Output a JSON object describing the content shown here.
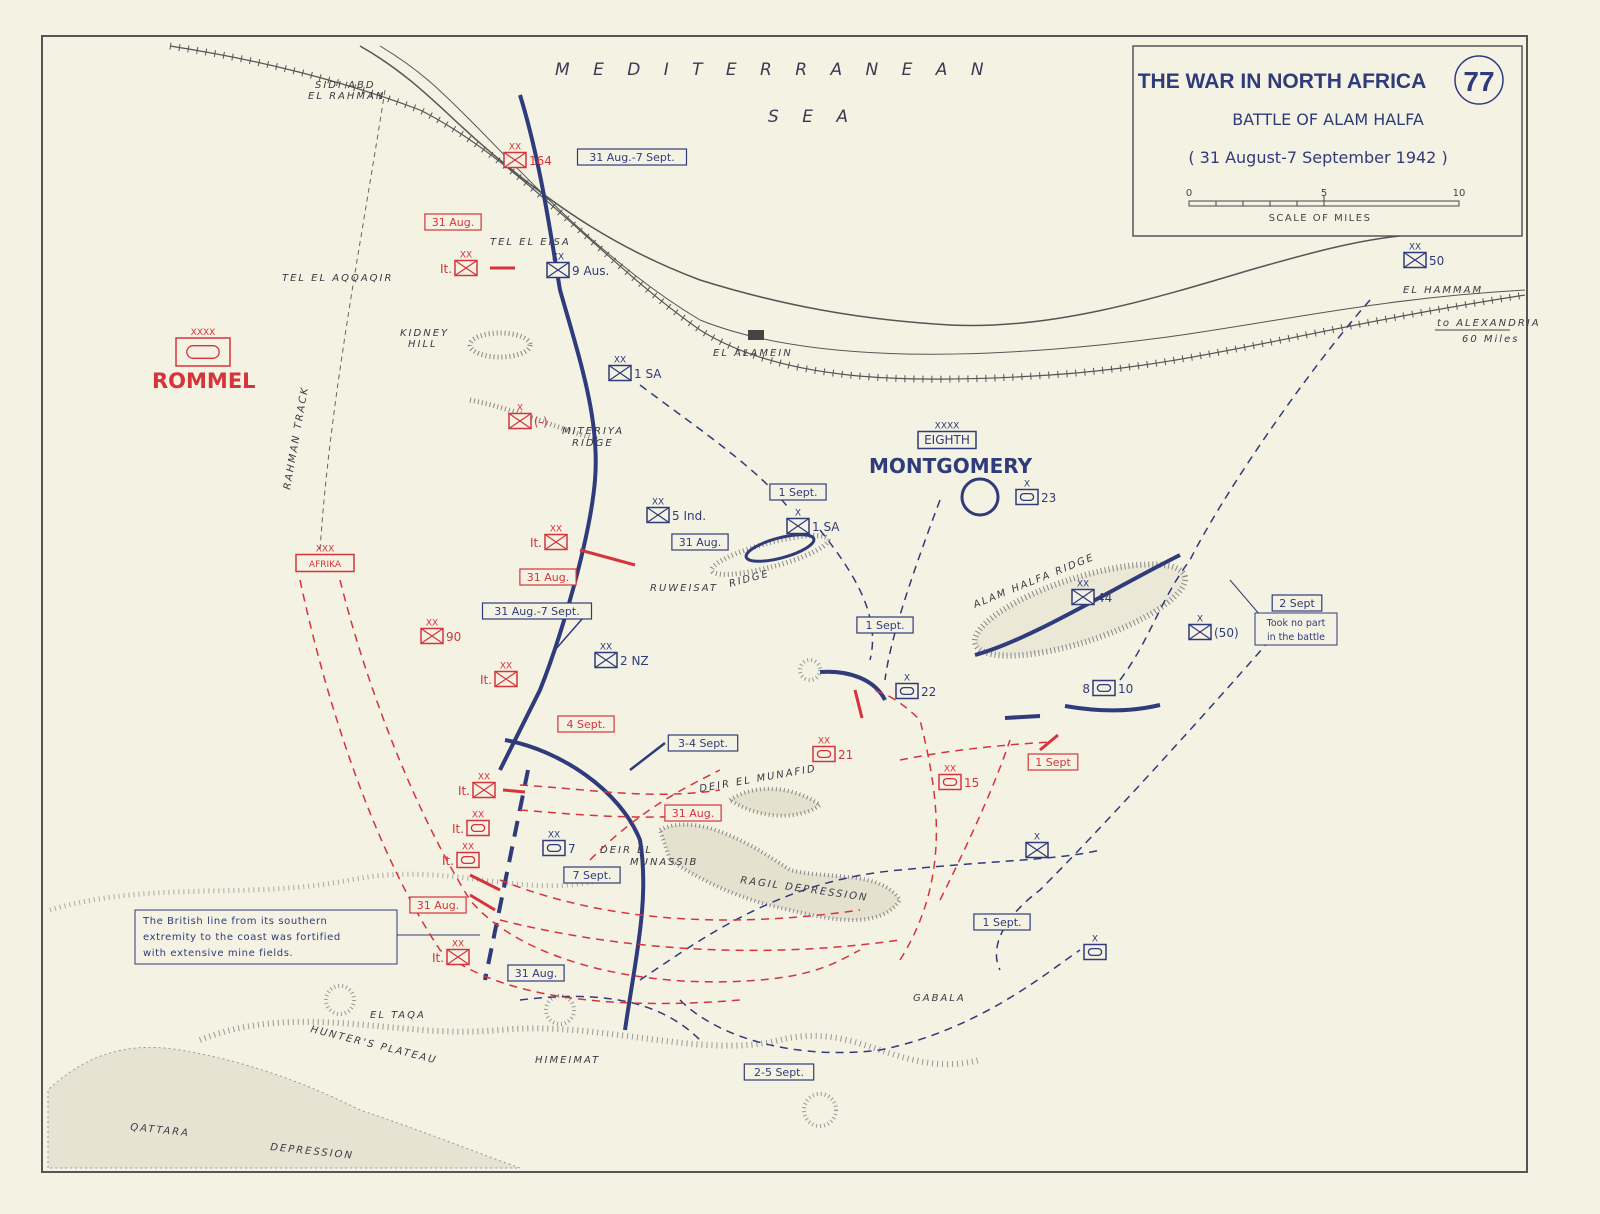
{
  "title": {
    "main": "THE WAR IN NORTH AFRICA",
    "map_number": "77",
    "subtitle": "BATTLE OF ALAM HALFA",
    "dates": "( 31 August-7 September 1942 )",
    "scale": {
      "ticks": [
        "0",
        "5",
        "10"
      ],
      "label": "SCALE OF MILES"
    }
  },
  "places": {
    "mediterranean": "M E D I T E R R A N E A N",
    "sea": "S E A",
    "sidi_abd": "SIDI ABD",
    "el_rahman": "EL RAHMAN",
    "tel_el_eisa": "TEL EL EISA",
    "tel_el_aqqaqir": "TEL EL AQQAQIR",
    "kidney": "KIDNEY",
    "hill": "HILL",
    "el_alamein": "EL ALAMEIN",
    "miteriya": "MITERIYA",
    "miteriya_ridge": "RIDGE",
    "ruweisat": "RUWEISAT",
    "ruweisat_ridge": "RIDGE",
    "alam_halfa": "ALAM HALFA RIDGE",
    "deir_el_munafid": "DEIR EL MUNAFID",
    "deir_el": "DEIR EL",
    "munassib": "MUNASSIB",
    "ragil": "RAGIL DEPRESSION",
    "gabala": "GABALA",
    "el_taqa": "EL TAQA",
    "himeimat": "HIMEIMAT",
    "hunters_plateau": "HUNTER'S PLATEAU",
    "qattara": "QATTARA",
    "depression": "DEPRESSION",
    "el_hammam": "EL HAMMAM",
    "to_alexandria": "to ALEXANDRIA",
    "alexandria_distance": "60 Miles",
    "rahman_track": "RAHMAN TRACK"
  },
  "commanders": {
    "axis": "ROMMEL",
    "allied": "MONTGOMERY"
  },
  "units": [
    {
      "echelon": "XX",
      "label": "9 Aus.",
      "type": "infantry",
      "side": "allied"
    },
    {
      "echelon": "XX",
      "label": "1 SA",
      "type": "infantry",
      "side": "allied"
    },
    {
      "echelon": "XX",
      "label": "5 Ind.",
      "type": "infantry",
      "side": "allied"
    },
    {
      "echelon": "X",
      "label": "1 SA",
      "type": "infantry",
      "side": "allied"
    },
    {
      "echelon": "XX",
      "label": "2 NZ",
      "type": "infantry",
      "side": "allied"
    },
    {
      "echelon": "XX",
      "label": "7",
      "type": "armor",
      "side": "allied"
    },
    {
      "echelon": "X",
      "label": "23",
      "type": "armor",
      "side": "allied"
    },
    {
      "echelon": "XX",
      "label": "44",
      "type": "infantry",
      "side": "allied"
    },
    {
      "echelon": "X",
      "label": "(50)",
      "type": "infantry",
      "side": "allied"
    },
    {
      "echelon": "X",
      "label": "22",
      "type": "armor",
      "side": "allied"
    },
    {
      "echelon": "",
      "prefix": "8",
      "label": "10",
      "type": "armor",
      "side": "allied"
    },
    {
      "echelon": "XX",
      "label": "50",
      "type": "infantry",
      "side": "allied"
    },
    {
      "echelon": "XXXX",
      "label": "EIGHTH",
      "type": "army",
      "side": "allied"
    },
    {
      "echelon": "X",
      "label": "",
      "type": "infantry",
      "side": "allied"
    },
    {
      "echelon": "X",
      "label": "",
      "type": "armor",
      "side": "allied"
    },
    {
      "echelon": "XX",
      "label": "164",
      "type": "infantry",
      "side": "axis"
    },
    {
      "echelon": "XX",
      "prefix": "It.",
      "label": "",
      "type": "infantry",
      "side": "axis"
    },
    {
      "echelon": "XXX",
      "label": "AFRIKA",
      "type": "army",
      "side": "axis"
    },
    {
      "echelon": "XX",
      "label": "90",
      "type": "infantry",
      "side": "axis"
    },
    {
      "echelon": "XX",
      "prefix": "It.",
      "label": "",
      "type": "infantry",
      "side": "axis"
    },
    {
      "echelon": "XX",
      "prefix": "It.",
      "label": "",
      "type": "infantry",
      "side": "axis"
    },
    {
      "echelon": "XX",
      "label": "21",
      "type": "armor",
      "side": "axis"
    },
    {
      "echelon": "XX",
      "label": "15",
      "type": "armor",
      "side": "axis"
    },
    {
      "echelon": "XX",
      "prefix": "It.",
      "label": "",
      "type": "infantry",
      "side": "axis"
    },
    {
      "echelon": "XX",
      "prefix": "It.",
      "label": "",
      "type": "armor",
      "side": "axis"
    },
    {
      "echelon": "XX",
      "prefix": "It.",
      "label": "",
      "type": "armor",
      "side": "axis"
    },
    {
      "echelon": "XX",
      "prefix": "It.",
      "label": "",
      "type": "infantry",
      "side": "axis"
    },
    {
      "echelon": "XXXX",
      "label": "",
      "type": "armor-army",
      "side": "axis"
    },
    {
      "echelon": "X",
      "label": "(-)",
      "type": "infantry",
      "side": "axis"
    }
  ],
  "date_labels": [
    {
      "text": "31 Aug.-7 Sept.",
      "side": "allied"
    },
    {
      "text": "1 Sept.",
      "side": "allied"
    },
    {
      "text": "31 Aug.",
      "side": "allied"
    },
    {
      "text": "31 Aug.-7 Sept.",
      "side": "allied"
    },
    {
      "text": "1 Sept.",
      "side": "allied"
    },
    {
      "text": "3-4 Sept.",
      "side": "allied"
    },
    {
      "text": "7 Sept.",
      "side": "allied"
    },
    {
      "text": "31 Aug.",
      "side": "allied"
    },
    {
      "text": "2-5 Sept.",
      "side": "allied"
    },
    {
      "text": "1 Sept.",
      "side": "allied"
    },
    {
      "text": "2 Sept",
      "side": "allied"
    },
    {
      "text": "31 Aug.",
      "side": "axis"
    },
    {
      "text": "31 Aug.",
      "side": "axis"
    },
    {
      "text": "4 Sept.",
      "side": "axis"
    },
    {
      "text": "31 Aug.",
      "side": "axis"
    },
    {
      "text": "1 Sept",
      "side": "axis"
    },
    {
      "text": "31 Aug.",
      "side": "axis"
    }
  ],
  "notes": {
    "took_no_part": [
      "Took no part",
      "in the battle"
    ],
    "mine_fields": [
      "The British line from its southern",
      "extremity to the coast was fortified",
      "with extensive mine fields."
    ]
  },
  "colors": {
    "allied": "#2f3b7a",
    "axis": "#d5343c",
    "paper": "#f4f2e3",
    "terrain": "#8a8a80"
  }
}
